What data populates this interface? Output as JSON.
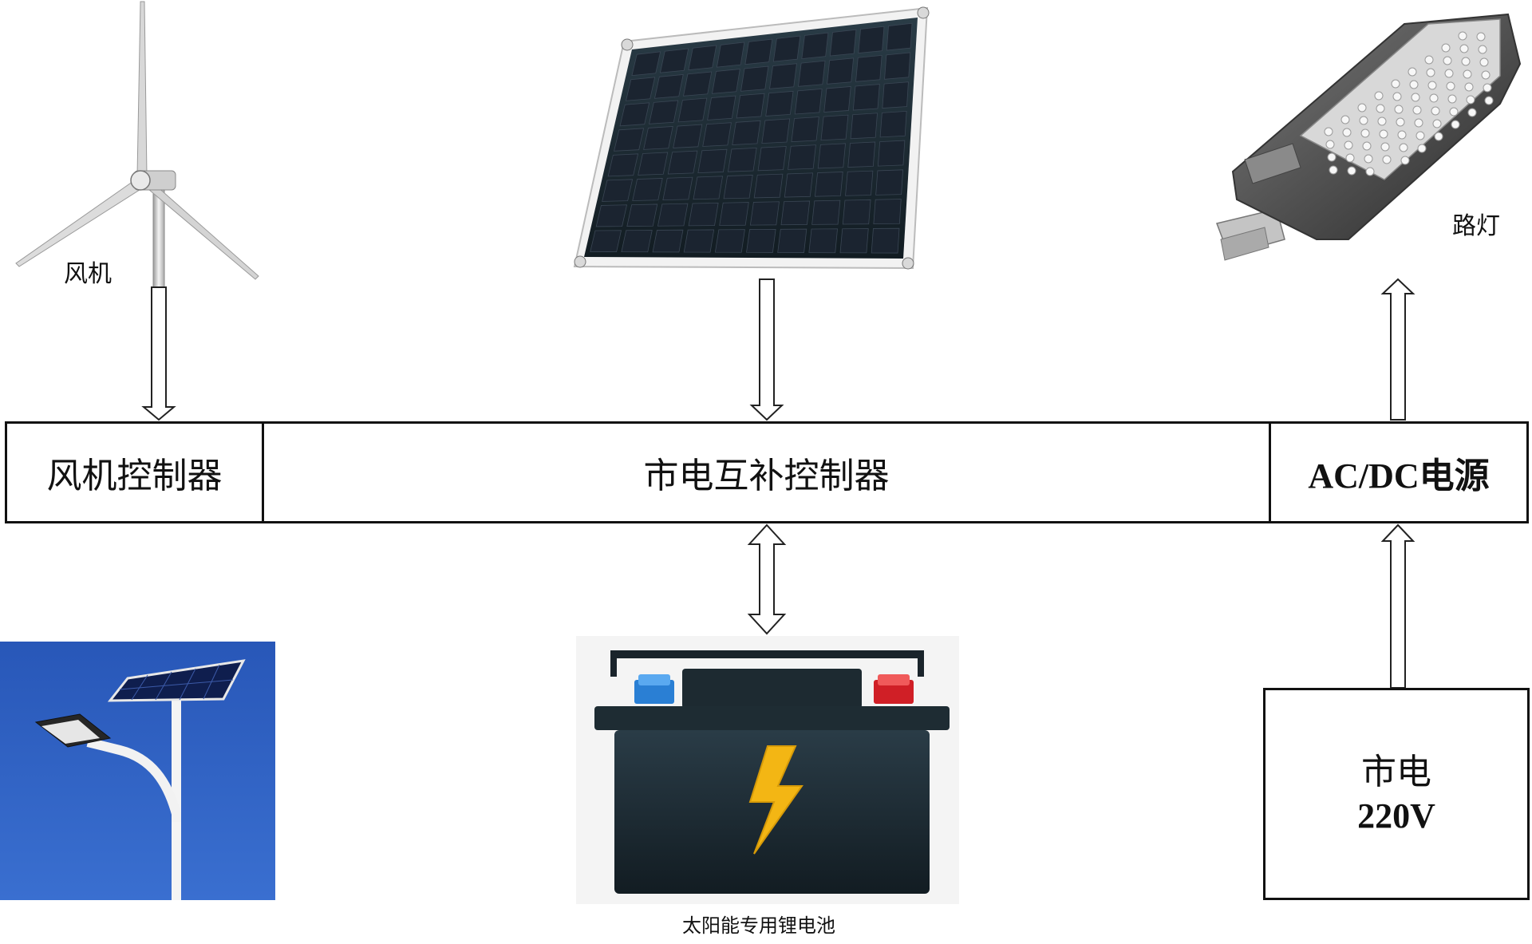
{
  "labels": {
    "wind_turbine": "风机",
    "street_lamp": "路灯",
    "battery": "太阳能专用锂电池"
  },
  "boxes": {
    "fan_controller": "风机控制器",
    "mains_complementary_controller": "市电互补控制器",
    "acdc_power": "AC/DC电源",
    "mains_label": "市电",
    "mains_voltage": "220V"
  },
  "colors": {
    "sky_blue": "#2f5fc2",
    "panel_cell": "#1b2430",
    "battery_body": "#1c2a33",
    "bolt": "#f3b614",
    "terminal_pos": "#d01f26",
    "terminal_neg": "#2a7fd4"
  },
  "icons": [
    "wind-turbine-icon",
    "solar-panel-icon",
    "led-street-lamp-icon",
    "solar-street-light-photo",
    "battery-icon"
  ]
}
